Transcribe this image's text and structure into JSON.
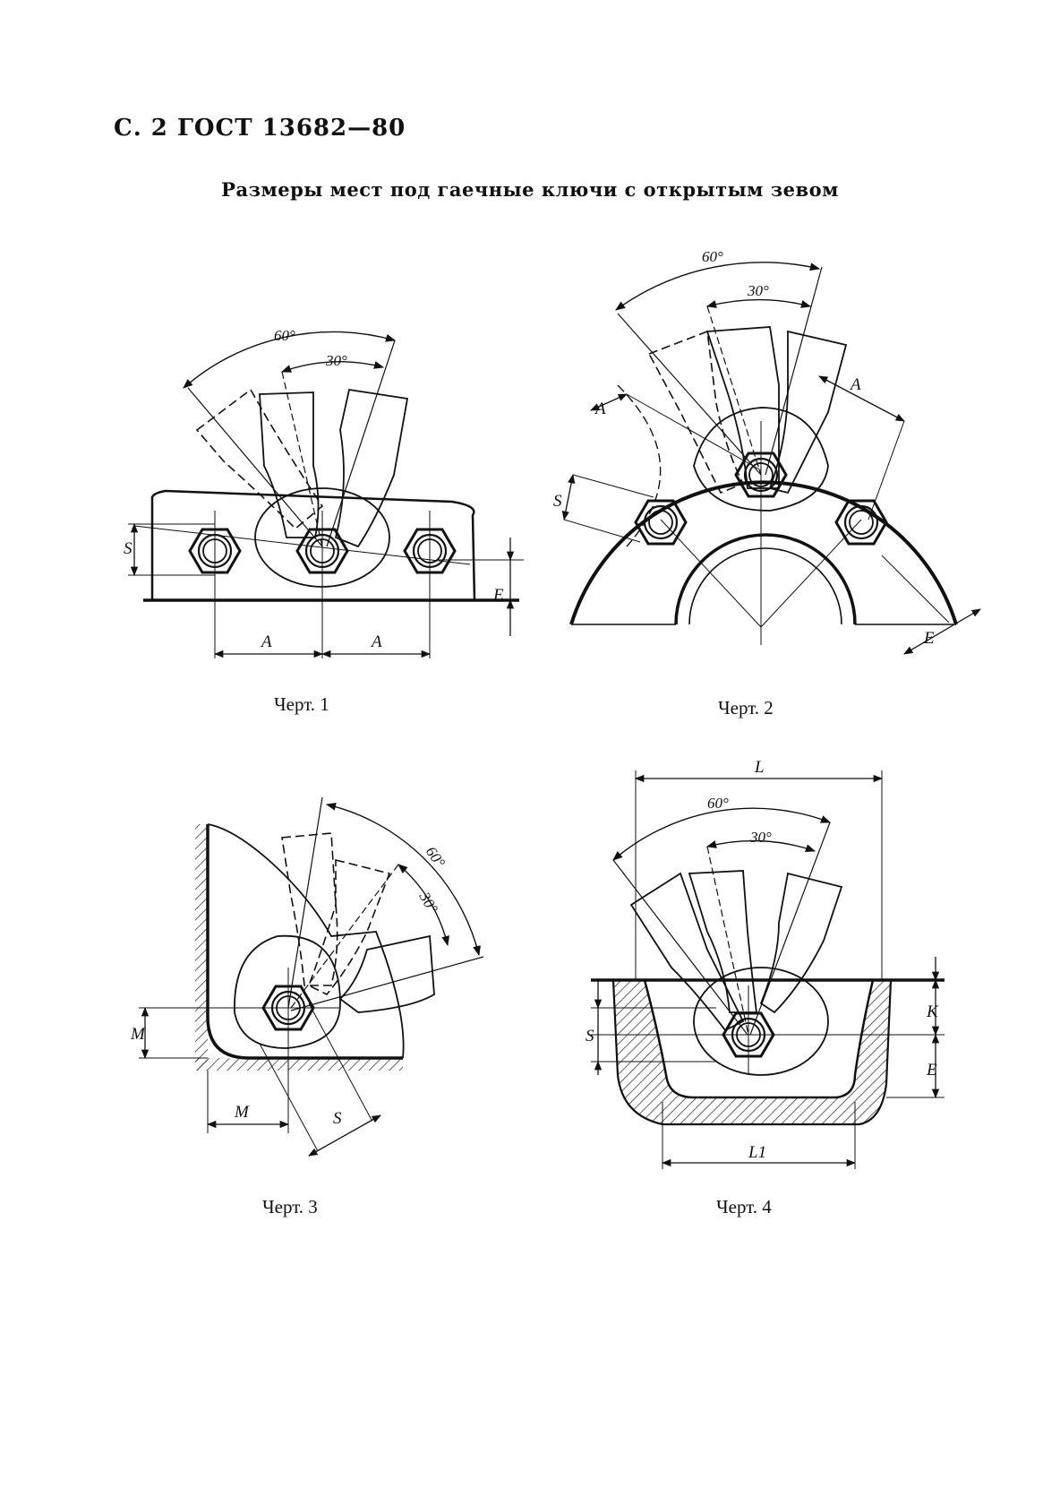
{
  "page": {
    "header": "С. 2 ГОСТ 13682—80",
    "subtitle": "Размеры мест под гаечные ключи с открытым зевом"
  },
  "figures": [
    {
      "caption": "Черт. 1",
      "labels": {
        "angle_outer": "60°",
        "angle_inner": "30°",
        "s": "S",
        "e": "E",
        "a_left": "A",
        "a_right": "A"
      }
    },
    {
      "caption": "Черт. 2",
      "labels": {
        "angle_outer": "60°",
        "angle_inner": "30°",
        "a_left": "A",
        "a_right": "A",
        "s": "S",
        "e": "E"
      }
    },
    {
      "caption": "Черт. 3",
      "labels": {
        "angle_outer": "60°",
        "angle_inner": "30°",
        "m_vertical": "M",
        "m_horizontal": "M",
        "s": "S"
      }
    },
    {
      "caption": "Черт. 4",
      "labels": {
        "l": "L",
        "angle_outer": "60°",
        "angle_inner": "30°",
        "k": "K",
        "s": "S",
        "e": "E",
        "l1": "L1"
      }
    }
  ]
}
